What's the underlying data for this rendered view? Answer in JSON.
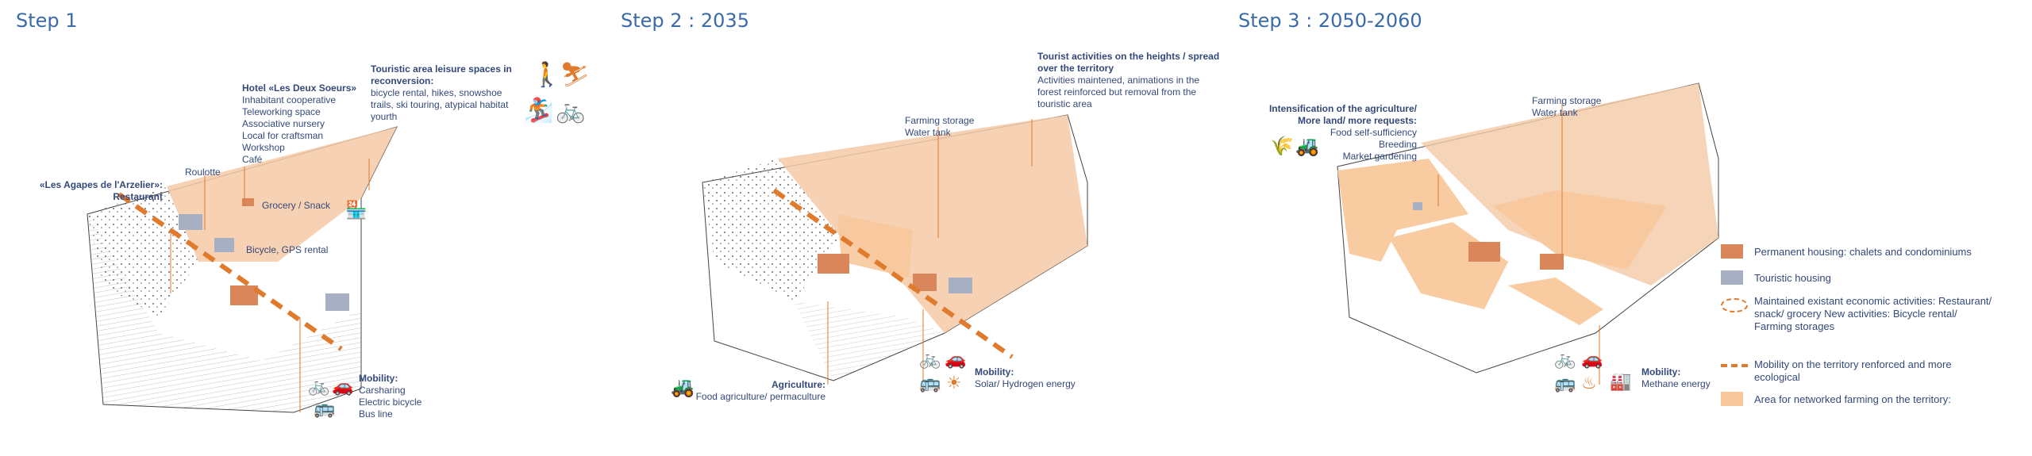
{
  "steps": [
    {
      "title": "Step 1"
    },
    {
      "title": "Step 2 : 2035"
    },
    {
      "title": "Step 3 : 2050-2060"
    }
  ],
  "step1": {
    "agapes_title": "«Les Agapes de l'Arzelier»:",
    "agapes_sub": "Restaurant",
    "roulotte": "Roulotte",
    "hotel_title": "Hotel «Les Deux Soeurs»",
    "hotel_lines": [
      "Inhabitant cooperative",
      "Teleworking space",
      "Associative nursery",
      "Local for craftsman",
      "Workshop",
      "Café"
    ],
    "touristic_title": "Touristic area leisure spaces in reconversion:",
    "touristic_lines": [
      "bicycle rental, hikes, snowshoe",
      "trails, ski touring, atypical habitat",
      "yourth"
    ],
    "grocery": "Grocery / Snack",
    "bicycle": "Bicycle, GPS rental",
    "mobility_title": "Mobility:",
    "mobility_lines": [
      "Carsharing",
      "Electric bicycle",
      "Bus line"
    ]
  },
  "step2": {
    "farming": "Farming storage",
    "water": "Water tank",
    "tourist_title": "Tourist activities on the heights / spread over the territory",
    "tourist_lines": [
      "Activities maintened, animations in the",
      "forest reinforced but removal from the",
      "touristic area"
    ],
    "agri_title": "Agriculture:",
    "agri_sub": "Food agriculture/ permaculture",
    "mobility_title": "Mobility:",
    "mobility_sub": "Solar/ Hydrogen energy"
  },
  "step3": {
    "intens_title": "Intensification of the agriculture/ More land/ more requests:",
    "intens_lines": [
      "Food self-sufficiency",
      "Breeding",
      "Market gardening"
    ],
    "farming": "Farming storage",
    "water": "Water tank",
    "mobility_title": "Mobility:",
    "mobility_sub": "Methane energy"
  },
  "legend": [
    {
      "label": "Permanent housing: chalets and condominiums"
    },
    {
      "label": "Touristic housing"
    },
    {
      "label": "Maintained existant economic activities: Restaurant/ snack/ grocery New activities: Bicycle rental/ Farming storages"
    },
    {
      "label": "Mobility on the territory renforced and more ecological"
    },
    {
      "label": "Area for networked farming on the territory:"
    }
  ],
  "colors": {
    "orange": "#e07a2d",
    "peach": "#f4c9a6",
    "housing": "#d9865a",
    "tourist": "#a6b0c2",
    "navy": "#33497a",
    "title_blue": "#3a6aa8"
  }
}
